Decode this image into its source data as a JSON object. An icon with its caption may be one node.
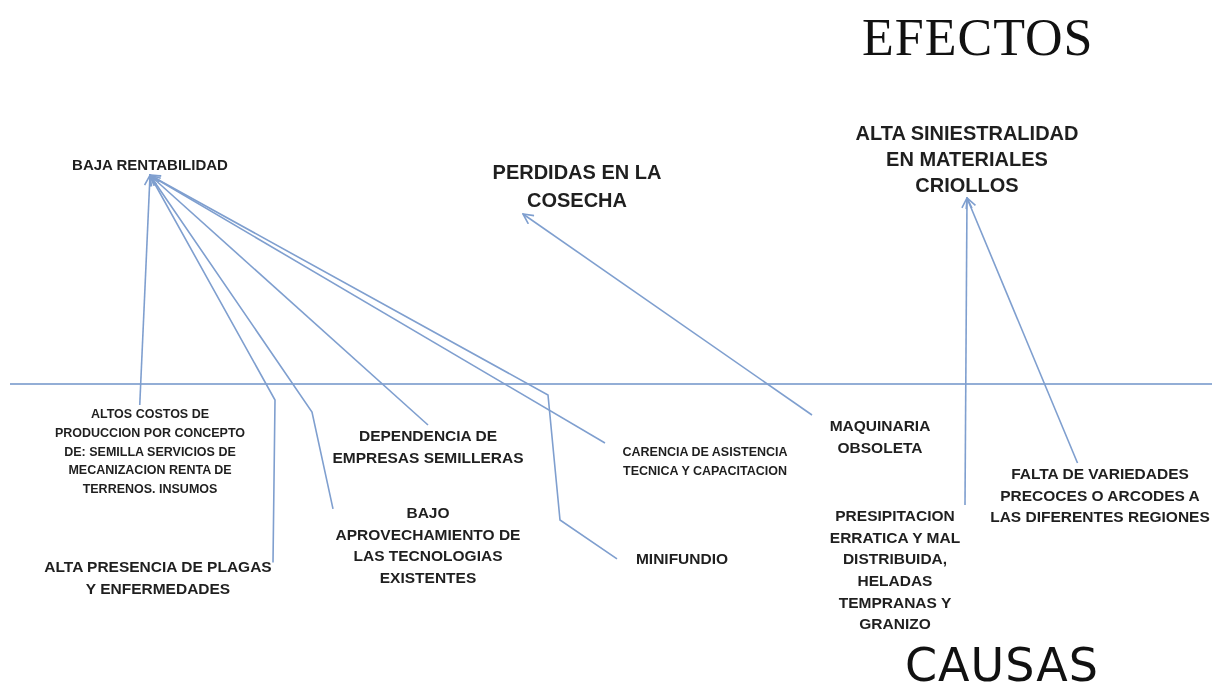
{
  "diagram": {
    "nodes": [
      {
        "text": [
          "BAJA RENTABILIDAD"
        ]
      },
      {
        "text": [
          "PERDIDAS EN LA COSECHA"
        ]
      },
      {
        "text": [
          "ALTA SINIESTRALIDAD EN MATERIALES CRIOLLOS"
        ]
      },
      {
        "text": [
          "ALTOS COSTOS DE PRODUCCION POR CONCEPTO DE: SEMILLA SERVICIOS DE MECANIZACION RENTA DE TERRENOS. INSUMOS"
        ]
      },
      {
        "text": [
          "ALTA PRESENCIA DE PLAGAS Y ENFERMEDADES"
        ]
      },
      {
        "text": [
          "DEPENDENCIA DE EMPRESAS SEMILLERAS"
        ]
      },
      {
        "text": [
          "BAJO APROVECHAMIENTO DE LAS TECNOLOGIAS EXISTENTES"
        ]
      },
      {
        "text": [
          "CARENCIA DE ASISTENCIA TECNICA Y CAPACITACION"
        ]
      },
      {
        "text": [
          "MINIFUNDIO"
        ]
      },
      {
        "text": [
          "MAQUINARIA OBSOLETA"
        ]
      },
      {
        "text": [
          "PRESIPITACION ERRATICA Y MAL DISTRIBUIDA, HELADAS TEMPRANAS Y GRANIZO"
        ]
      },
      {
        "text": [
          "FALTA DE VARIEDADES PRECOCES O ARCODES A LAS DIFERENTES REGIONES"
        ]
      }
    ],
    "edges": [
      {
        "from": 3,
        "to": 0,
        "arrow": "to"
      },
      {
        "from": 4,
        "to": 0,
        "arrow": "to"
      },
      {
        "from": 5,
        "to": 0,
        "arrow": "to"
      },
      {
        "from": 6,
        "to": 0,
        "arrow": "to"
      },
      {
        "from": 7,
        "to": 0,
        "arrow": "to"
      },
      {
        "from": 8,
        "to": 0,
        "arrow": "to"
      },
      {
        "from": 9,
        "to": 1,
        "arrow": "to"
      },
      {
        "from": 10,
        "to": 2,
        "arrow": "to"
      },
      {
        "from": 11,
        "to": 2,
        "arrow": "to"
      }
    ],
    "labels": [
      "EFECTOS",
      "CAUSAS"
    ]
  }
}
